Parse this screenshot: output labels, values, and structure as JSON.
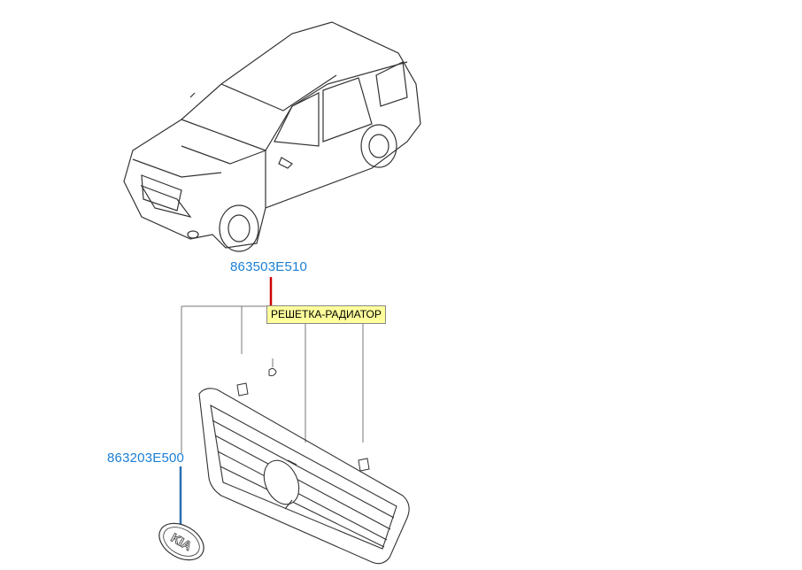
{
  "parts": [
    {
      "number": "863503E510",
      "leader_color": "#cc0000"
    },
    {
      "number": "863203E500",
      "leader_color": "#2a6fb0"
    }
  ],
  "tooltip": {
    "text": "РЕШЕТКА-РАДИАТОР"
  },
  "emblem": {
    "text": "KIA"
  }
}
